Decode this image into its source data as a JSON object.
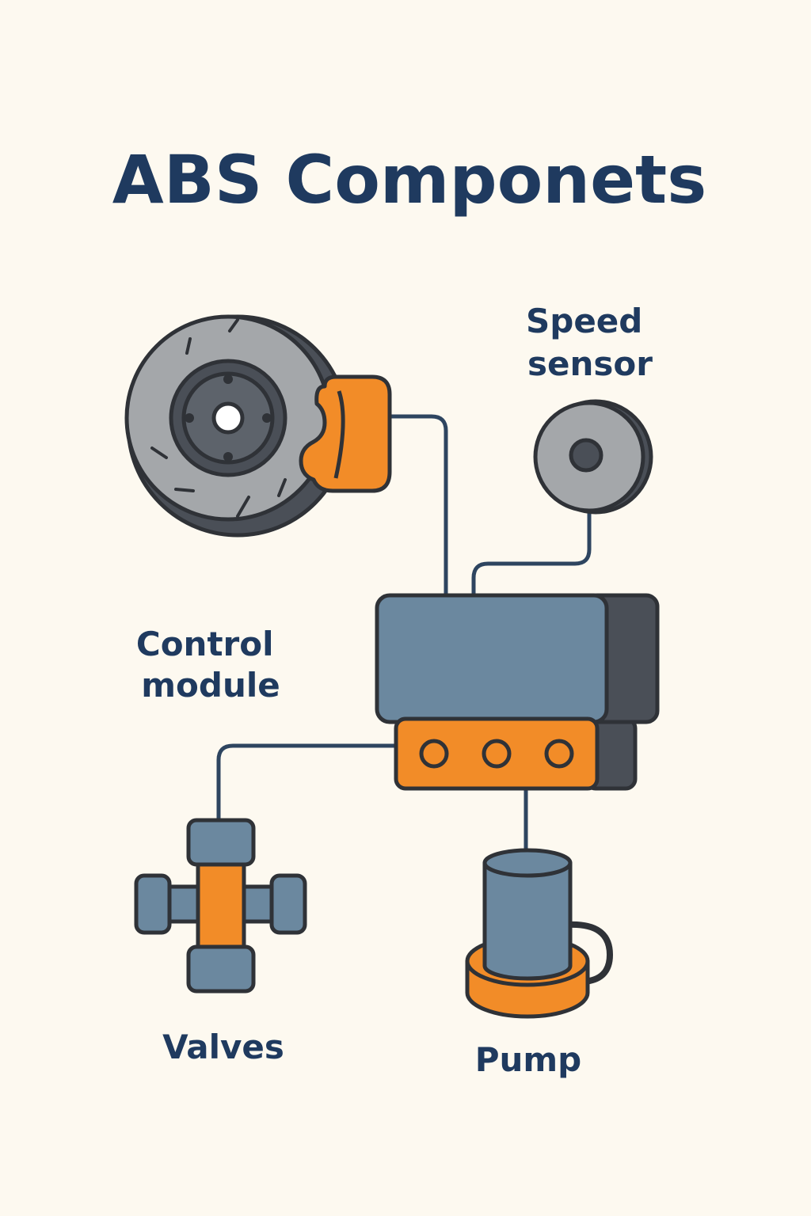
{
  "title": "ABS Componets",
  "labels": {
    "speed_sensor": [
      "Speed",
      "sensor"
    ],
    "control_module": [
      "Control",
      "module"
    ],
    "valves": "Valves",
    "pump": "Pump"
  },
  "colors": {
    "background": "#fdf9f0",
    "text": "#1f3a5f",
    "outline": "#2f3237",
    "wire": "#2e4560",
    "gray_light": "#a4a7aa",
    "gray_dark": "#4a4f57",
    "blue_gray": "#6b889f",
    "orange": "#f28c28"
  },
  "icons": [
    "brake-disc-icon",
    "brake-caliper-icon",
    "speed-sensor-icon",
    "control-module-icon",
    "valves-icon",
    "pump-icon"
  ]
}
